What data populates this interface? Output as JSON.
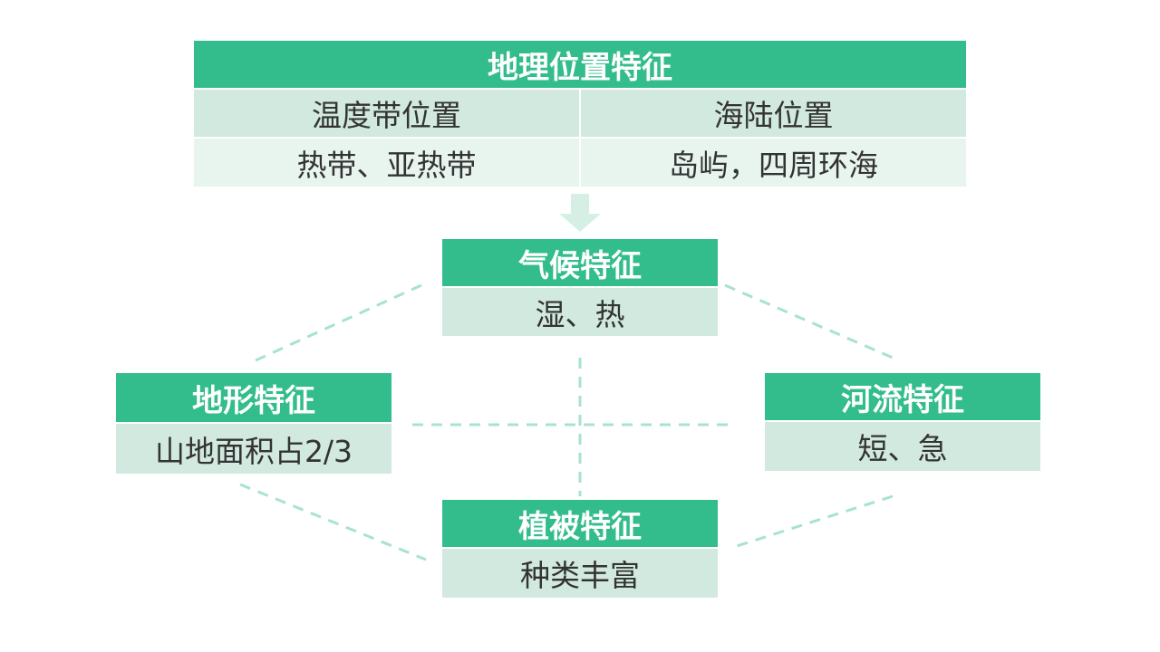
{
  "colors": {
    "header": "#33bd8c",
    "cell": "#d1e9de",
    "cell_light": "#e8f5ef",
    "connector": "#a7e3cd",
    "text": "#333333"
  },
  "geo": {
    "title": "地理位置特征",
    "col1_header": "温度带位置",
    "col2_header": "海陆位置",
    "col1_value": "热带、亚热带",
    "col2_value": "岛屿，四周环海"
  },
  "climate": {
    "title": "气候特征",
    "value": "湿、热"
  },
  "terrain": {
    "title": "地形特征",
    "value": "山地面积占2/3"
  },
  "river": {
    "title": "河流特征",
    "value": "短、急"
  },
  "vegetation": {
    "title": "植被特征",
    "value": "种类丰富"
  },
  "icons": {
    "flow_arrow": "arrow-down-icon"
  }
}
